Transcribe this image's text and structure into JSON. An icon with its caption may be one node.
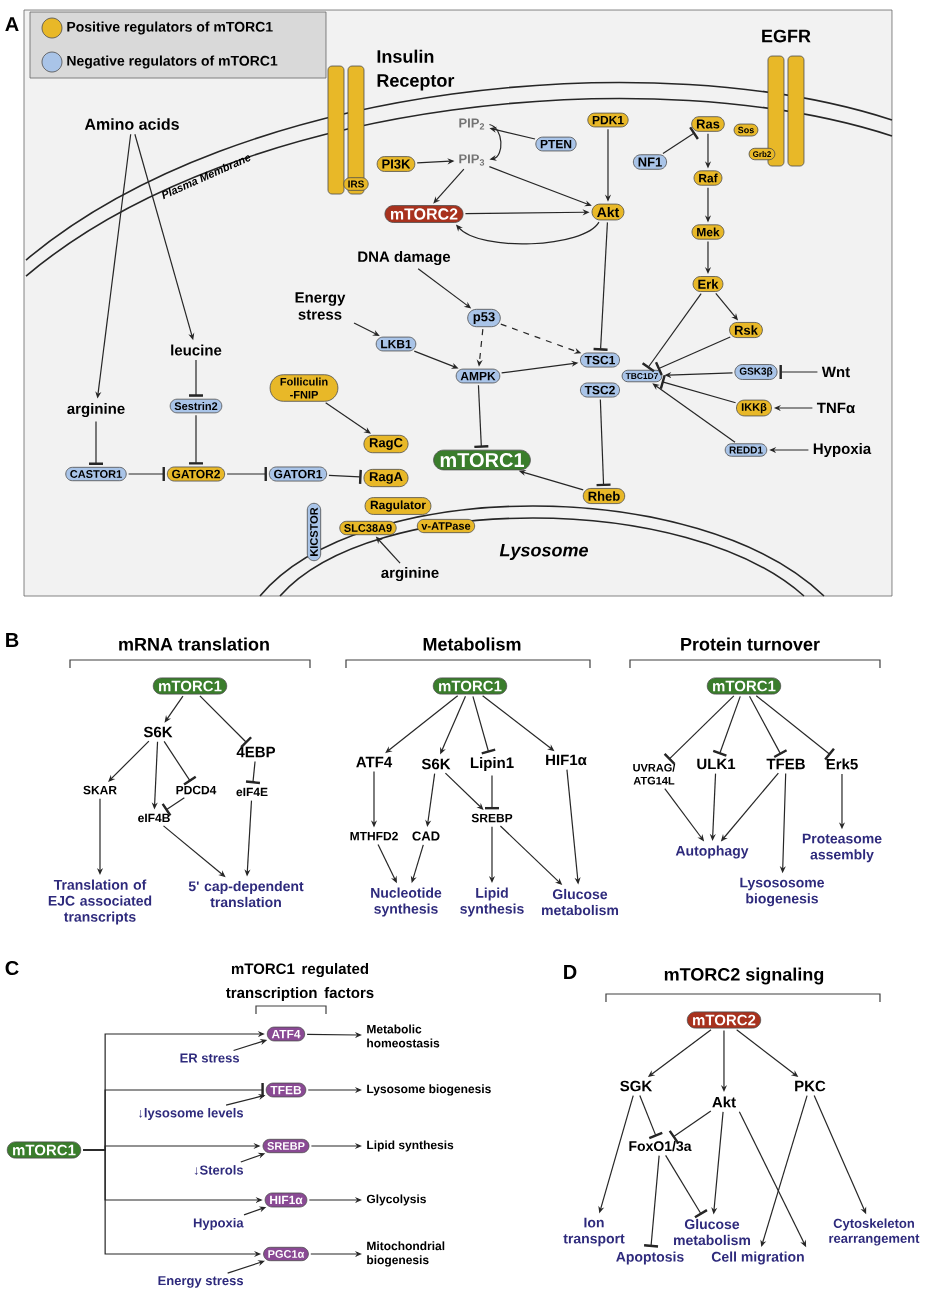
{
  "diagram": {
    "nodes": [
      {
        "text": [
          "Amino acids"
        ]
      },
      {
        "text": [
          "leucine"
        ]
      },
      {
        "text": [
          "arginine"
        ]
      },
      {
        "text": [
          "Sestrin2"
        ]
      },
      {
        "text": [
          "CASTOR1"
        ]
      },
      {
        "text": [
          "GATOR2"
        ]
      },
      {
        "text": [
          "GATOR1"
        ]
      },
      {
        "text": [
          "KICSTOR"
        ]
      },
      {
        "text": [
          "Folliculin -FNIP"
        ]
      },
      {
        "text": [
          "RagC"
        ]
      },
      {
        "text": [
          "RagA"
        ]
      },
      {
        "text": [
          "Ragulator"
        ]
      },
      {
        "text": [
          "SLC38A9"
        ]
      },
      {
        "text": [
          "v-ATPase"
        ]
      },
      {
        "text": [
          "arginine"
        ]
      },
      {
        "text": [
          "mTORC1"
        ]
      },
      {
        "text": [
          "IRS"
        ]
      },
      {
        "text": [
          "PI3K"
        ]
      },
      {
        "text": [
          "PIP$_{2}$"
        ]
      },
      {
        "text": [
          "PIP$_{3}$"
        ]
      },
      {
        "text": [
          "PTEN"
        ]
      },
      {
        "text": [
          "mTORC2"
        ]
      },
      {
        "text": [
          "PDK1"
        ]
      },
      {
        "text": [
          "Akt"
        ]
      },
      {
        "text": [
          "DNA damage"
        ]
      },
      {
        "text": [
          "Energy stress"
        ]
      },
      {
        "text": [
          "p53"
        ]
      },
      {
        "text": [
          "LKB1"
        ]
      },
      {
        "text": [
          "AMPK"
        ]
      },
      {
        "text": [
          "TSC1"
        ]
      },
      {
        "text": [
          "TSC2"
        ]
      },
      {
        "text": [
          "TBC1D7"
        ]
      },
      {
        "text": [
          "Rheb"
        ]
      },
      {
        "text": [
          "NF1"
        ]
      },
      {
        "text": [
          "Ras"
        ]
      },
      {
        "text": [
          "Sos"
        ]
      },
      {
        "text": [
          "Grb2"
        ]
      },
      {
        "text": [
          "Raf"
        ]
      },
      {
        "text": [
          "Mek"
        ]
      },
      {
        "text": [
          "Erk"
        ]
      },
      {
        "text": [
          "Rsk"
        ]
      },
      {
        "text": [
          "GSK3β"
        ]
      },
      {
        "text": [
          "Wnt"
        ]
      },
      {
        "text": [
          "IKKβ"
        ]
      },
      {
        "text": [
          "TNFα"
        ]
      },
      {
        "text": [
          "REDD1"
        ]
      },
      {
        "text": [
          "Hypoxia"
        ]
      },
      {
        "text": [
          "mTORC1"
        ]
      },
      {
        "text": [
          "S6K"
        ]
      },
      {
        "text": [
          "4EBP"
        ]
      },
      {
        "text": [
          "SKAR"
        ]
      },
      {
        "text": [
          "PDCD4"
        ]
      },
      {
        "text": [
          "eIF4B"
        ]
      },
      {
        "text": [
          "eIF4E"
        ]
      },
      {
        "text": [
          "Translation of EJC associated transcripts"
        ]
      },
      {
        "text": [
          "5' cap-dependent translation"
        ]
      },
      {
        "text": [
          "mTORC1"
        ]
      },
      {
        "text": [
          "ATF4"
        ]
      },
      {
        "text": [
          "S6K"
        ]
      },
      {
        "text": [
          "Lipin1"
        ]
      },
      {
        "text": [
          "HIF1α"
        ]
      },
      {
        "text": [
          "MTHFD2"
        ]
      },
      {
        "text": [
          "CAD"
        ]
      },
      {
        "text": [
          "SREBP"
        ]
      },
      {
        "text": [
          "Nucleotide synthesis"
        ]
      },
      {
        "text": [
          "Lipid synthesis"
        ]
      },
      {
        "text": [
          "Glucose metabolism"
        ]
      },
      {
        "text": [
          "mTORC1"
        ]
      },
      {
        "text": [
          "UVRAG/ ATG14L"
        ]
      },
      {
        "text": [
          "ULK1"
        ]
      },
      {
        "text": [
          "TFEB"
        ]
      },
      {
        "text": [
          "Erk5"
        ]
      },
      {
        "text": [
          "Autophagy"
        ]
      },
      {
        "text": [
          "Proteasome assembly"
        ]
      },
      {
        "text": [
          "Lysososome biogenesis"
        ]
      },
      {
        "text": [
          "mTORC1"
        ]
      },
      {
        "text": [
          "ATF4"
        ]
      },
      {
        "text": [
          "TFEB"
        ]
      },
      {
        "text": [
          "SREBP"
        ]
      },
      {
        "text": [
          "HIF1α"
        ]
      },
      {
        "text": [
          "PGC1α"
        ]
      },
      {
        "text": [
          "Metabolic homeostasis"
        ]
      },
      {
        "text": [
          "Lysosome biogenesis"
        ]
      },
      {
        "text": [
          "Lipid synthesis"
        ]
      },
      {
        "text": [
          "Glycolysis"
        ]
      },
      {
        "text": [
          "Mitochondrial biogenesis"
        ]
      },
      {
        "text": [
          "ER stress"
        ]
      },
      {
        "text": [
          "↓lysosome levels"
        ]
      },
      {
        "text": [
          "↓Sterols"
        ]
      },
      {
        "text": [
          "Hypoxia"
        ]
      },
      {
        "text": [
          "Energy stress"
        ]
      },
      {
        "text": [
          "mTORC2"
        ]
      },
      {
        "text": [
          "SGK"
        ]
      },
      {
        "text": [
          "Akt"
        ]
      },
      {
        "text": [
          "PKC"
        ]
      },
      {
        "text": [
          "FoxO1/3a"
        ]
      },
      {
        "text": [
          "Ion transport"
        ]
      },
      {
        "text": [
          "Glucose metabolism"
        ]
      },
      {
        "text": [
          "Cytoskeleton rearrangement"
        ]
      },
      {
        "text": [
          "Apoptosis"
        ]
      },
      {
        "text": [
          "Cell migration"
        ]
      }
    ],
    "edges": [
      {
        "from": 0,
        "to": 2,
        "arrow": "to"
      },
      {
        "from": 0,
        "to": 1,
        "arrow": "to"
      },
      {
        "from": 1,
        "to": 3,
        "arrow": "other"
      },
      {
        "from": 2,
        "to": 4,
        "arrow": "other"
      },
      {
        "from": 3,
        "to": 5,
        "arrow": "other"
      },
      {
        "from": 4,
        "to": 5,
        "arrow": "other"
      },
      {
        "from": 5,
        "to": 6,
        "arrow": "other"
      },
      {
        "from": 6,
        "to": 10,
        "arrow": "other"
      },
      {
        "from": 8,
        "to": 9,
        "arrow": "to"
      },
      {
        "from": 14,
        "to": 12,
        "arrow": "to"
      },
      {
        "from": 17,
        "to": 19,
        "arrow": "to"
      },
      {
        "from": 18,
        "to": 19,
        "arrow": "to"
      },
      {
        "from": 20,
        "to": 18,
        "arrow": "to"
      },
      {
        "from": 19,
        "to": 21,
        "arrow": "to"
      },
      {
        "from": 19,
        "to": 23,
        "arrow": "to"
      },
      {
        "from": 21,
        "to": 23,
        "arrow": "to"
      },
      {
        "from": 23,
        "to": 21,
        "arrow": "to"
      },
      {
        "from": 22,
        "to": 23,
        "arrow": "to"
      },
      {
        "from": 23,
        "to": 29,
        "arrow": "other"
      },
      {
        "from": 24,
        "to": 26,
        "arrow": "to"
      },
      {
        "from": 26,
        "to": 28,
        "arrow": "to",
        "style": "dashed"
      },
      {
        "from": 26,
        "to": 29,
        "arrow": "to",
        "style": "dashed"
      },
      {
        "from": 25,
        "to": 27,
        "arrow": "to"
      },
      {
        "from": 27,
        "to": 28,
        "arrow": "to"
      },
      {
        "from": 28,
        "to": 29,
        "arrow": "to"
      },
      {
        "from": 28,
        "to": 15,
        "arrow": "other"
      },
      {
        "from": 30,
        "to": 32,
        "arrow": "other"
      },
      {
        "from": 32,
        "to": 15,
        "arrow": "to"
      },
      {
        "from": 33,
        "to": 34,
        "arrow": "other"
      },
      {
        "from": 34,
        "to": 37,
        "arrow": "to"
      },
      {
        "from": 37,
        "to": 38,
        "arrow": "to"
      },
      {
        "from": 38,
        "to": 39,
        "arrow": "to"
      },
      {
        "from": 39,
        "to": 31,
        "arrow": "other"
      },
      {
        "from": 39,
        "to": 40,
        "arrow": "to"
      },
      {
        "from": 40,
        "to": 31,
        "arrow": "other"
      },
      {
        "from": 41,
        "to": 31,
        "arrow": "to"
      },
      {
        "from": 42,
        "to": 41,
        "arrow": "other"
      },
      {
        "from": 43,
        "to": 31,
        "arrow": "other"
      },
      {
        "from": 44,
        "to": 43,
        "arrow": "to"
      },
      {
        "from": 45,
        "to": 31,
        "arrow": "to"
      },
      {
        "from": 46,
        "to": 45,
        "arrow": "to"
      },
      {
        "from": 47,
        "to": 48,
        "arrow": "to"
      },
      {
        "from": 47,
        "to": 49,
        "arrow": "other"
      },
      {
        "from": 48,
        "to": 50,
        "arrow": "to"
      },
      {
        "from": 48,
        "to": 52,
        "arrow": "to"
      },
      {
        "from": 48,
        "to": 51,
        "arrow": "other"
      },
      {
        "from": 51,
        "to": 52,
        "arrow": "other"
      },
      {
        "from": 49,
        "to": 53,
        "arrow": "other"
      },
      {
        "from": 50,
        "to": 54,
        "arrow": "to"
      },
      {
        "from": 52,
        "to": 55,
        "arrow": "to"
      },
      {
        "from": 53,
        "to": 55,
        "arrow": "to"
      },
      {
        "from": 56,
        "to": 57,
        "arrow": "to"
      },
      {
        "from": 56,
        "to": 58,
        "arrow": "to"
      },
      {
        "from": 56,
        "to": 59,
        "arrow": "other"
      },
      {
        "from": 56,
        "to": 60,
        "arrow": "to"
      },
      {
        "from": 57,
        "to": 61,
        "arrow": "to"
      },
      {
        "from": 58,
        "to": 62,
        "arrow": "to"
      },
      {
        "from": 58,
        "to": 63,
        "arrow": "to"
      },
      {
        "from": 59,
        "to": 63,
        "arrow": "other"
      },
      {
        "from": 61,
        "to": 64,
        "arrow": "to"
      },
      {
        "from": 62,
        "to": 64,
        "arrow": "to"
      },
      {
        "from": 63,
        "to": 65,
        "arrow": "to"
      },
      {
        "from": 63,
        "to": 66,
        "arrow": "to"
      },
      {
        "from": 60,
        "to": 66,
        "arrow": "to"
      },
      {
        "from": 67,
        "to": 68,
        "arrow": "other"
      },
      {
        "from": 67,
        "to": 69,
        "arrow": "other"
      },
      {
        "from": 67,
        "to": 70,
        "arrow": "other"
      },
      {
        "from": 67,
        "to": 71,
        "arrow": "other"
      },
      {
        "from": 68,
        "to": 72,
        "arrow": "to"
      },
      {
        "from": 69,
        "to": 72,
        "arrow": "to"
      },
      {
        "from": 70,
        "to": 72,
        "arrow": "to"
      },
      {
        "from": 70,
        "to": 74,
        "arrow": "to"
      },
      {
        "from": 71,
        "to": 73,
        "arrow": "to"
      },
      {
        "from": 75,
        "to": 76,
        "arrow": "to"
      },
      {
        "from": 75,
        "to": 77,
        "arrow": "other"
      },
      {
        "from": 75,
        "to": 78,
        "arrow": "to"
      },
      {
        "from": 75,
        "to": 79,
        "arrow": "to"
      },
      {
        "from": 75,
        "to": 80,
        "arrow": "to"
      },
      {
        "from": 86,
        "to": 76,
        "arrow": "to"
      },
      {
        "from": 87,
        "to": 77,
        "arrow": "to"
      },
      {
        "from": 88,
        "to": 78,
        "arrow": "to"
      },
      {
        "from": 89,
        "to": 79,
        "arrow": "to"
      },
      {
        "from": 90,
        "to": 80,
        "arrow": "to"
      },
      {
        "from": 76,
        "to": 81,
        "arrow": "to"
      },
      {
        "from": 77,
        "to": 82,
        "arrow": "to"
      },
      {
        "from": 78,
        "to": 83,
        "arrow": "to"
      },
      {
        "from": 79,
        "to": 84,
        "arrow": "to"
      },
      {
        "from": 80,
        "to": 85,
        "arrow": "to"
      },
      {
        "from": 91,
        "to": 92,
        "arrow": "to"
      },
      {
        "from": 91,
        "to": 93,
        "arrow": "to"
      },
      {
        "from": 91,
        "to": 94,
        "arrow": "to"
      },
      {
        "from": 92,
        "to": 96,
        "arrow": "to"
      },
      {
        "from": 92,
        "to": 95,
        "arrow": "other"
      },
      {
        "from": 93,
        "to": 95,
        "arrow": "other"
      },
      {
        "from": 93,
        "to": 97,
        "arrow": "to"
      },
      {
        "from": 93,
        "to": 100,
        "arrow": "to"
      },
      {
        "from": 95,
        "to": 99,
        "arrow": "other"
      },
      {
        "from": 95,
        "to": 97,
        "arrow": "other"
      },
      {
        "from": 94,
        "to": 100,
        "arrow": "to"
      },
      {
        "from": 94,
        "to": 98,
        "arrow": "to"
      }
    ],
    "labels": [
      "A",
      "Insulin Receptor",
      "EGFR",
      "Plasma Membrane",
      "Lysosome",
      "B",
      "mRNA translation",
      "Metabolism",
      "Protein turnover",
      "C",
      "mTORC1 regulated transcription factors",
      "D",
      "mTORC2 signaling"
    ],
    "legend": [
      {
        "text": "Positive regulators of mTORC1",
        "color": "#e8b828"
      },
      {
        "text": "Negative regulators of mTORC1",
        "color": "#a9c4e8"
      }
    ]
  }
}
